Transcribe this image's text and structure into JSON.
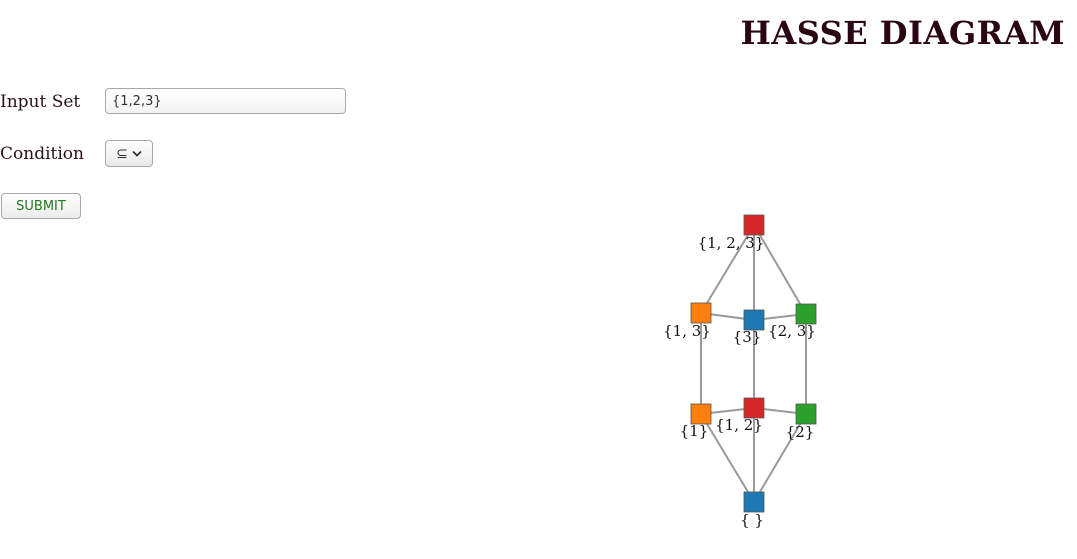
{
  "header": {
    "title": "HASSE DIAGRAM"
  },
  "form": {
    "input_set_label": "Input Set",
    "input_set_value": "{1,2,3}",
    "condition_label": "Condition",
    "condition_value": "⊆",
    "submit_label": "SUBMIT"
  },
  "diagram": {
    "edge_color": "#999999",
    "nodes": [
      {
        "id": "empty",
        "label": "{ }",
        "color": "#1f77b4"
      },
      {
        "id": "s1",
        "label": "{1}",
        "color": "#ff7f0e"
      },
      {
        "id": "s2",
        "label": "{2}",
        "color": "#2ca02c"
      },
      {
        "id": "s12",
        "label": "{1, 2}",
        "color": "#d62728"
      },
      {
        "id": "s3",
        "label": "{3}",
        "color": "#1f77b4"
      },
      {
        "id": "s13",
        "label": "{1, 3}",
        "color": "#ff7f0e"
      },
      {
        "id": "s23",
        "label": "{2, 3}",
        "color": "#2ca02c"
      },
      {
        "id": "s123",
        "label": "{1, 2, 3}",
        "color": "#d62728"
      }
    ],
    "edges": [
      [
        "empty",
        "s1"
      ],
      [
        "empty",
        "s2"
      ],
      [
        "empty",
        "s3"
      ],
      [
        "s1",
        "s12"
      ],
      [
        "s2",
        "s12"
      ],
      [
        "s1",
        "s13"
      ],
      [
        "s3",
        "s13"
      ],
      [
        "s2",
        "s23"
      ],
      [
        "s3",
        "s23"
      ],
      [
        "s12",
        "s123"
      ],
      [
        "s13",
        "s123"
      ],
      [
        "s23",
        "s123"
      ]
    ]
  }
}
